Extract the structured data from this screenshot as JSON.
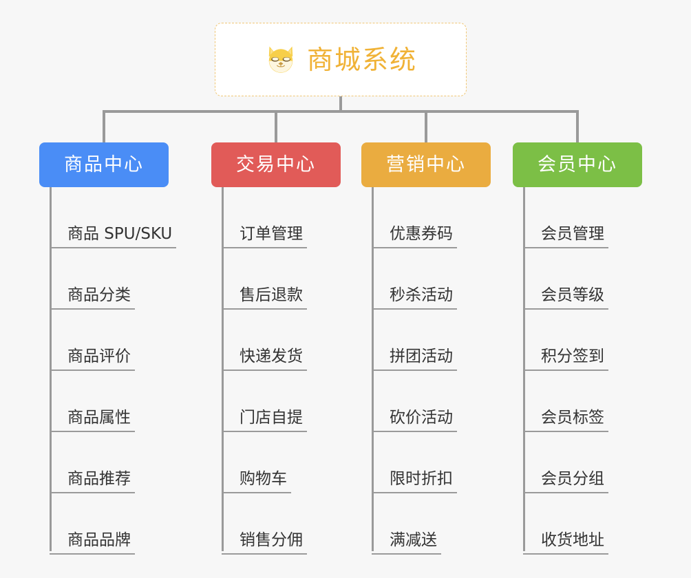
{
  "root": {
    "title": "商城系统",
    "icon": "shiba-dog-icon",
    "border_color": "#f0c674",
    "text_color": "#f0b236"
  },
  "canvas": {
    "background": "#f7f7f7",
    "connector_color": "#9a9a9a"
  },
  "categories": [
    {
      "label": "商品中心",
      "color": "#4a8df6",
      "items": [
        "商品 SPU/SKU",
        "商品分类",
        "商品评价",
        "商品属性",
        "商品推荐",
        "商品品牌"
      ]
    },
    {
      "label": "交易中心",
      "color": "#e15b58",
      "items": [
        "订单管理",
        "售后退款",
        "快递发货",
        "门店自提",
        "购物车",
        "销售分佣"
      ]
    },
    {
      "label": "营销中心",
      "color": "#eaac40",
      "items": [
        "优惠券码",
        "秒杀活动",
        "拼团活动",
        "砍价活动",
        "限时折扣",
        "满减送"
      ]
    },
    {
      "label": "会员中心",
      "color": "#7cbf46",
      "items": [
        "会员管理",
        "会员等级",
        "积分签到",
        "会员标签",
        "会员分组",
        "收货地址"
      ]
    }
  ]
}
